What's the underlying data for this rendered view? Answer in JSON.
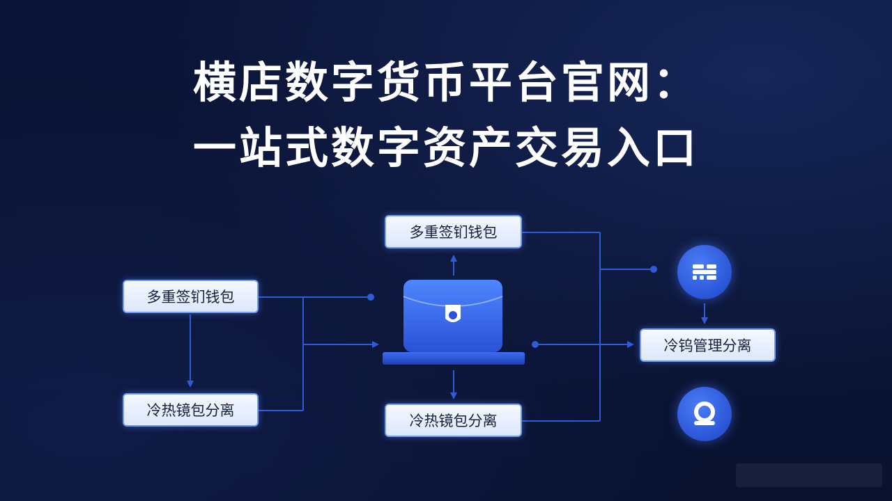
{
  "title": {
    "line1": "横店数字货币平台官网：",
    "line2": "一站式数字资产交易入口"
  },
  "nodes": {
    "top": "多重签钔钱包",
    "left_top": "多重签钔钱包",
    "left_bottom": "冷热镜包分离",
    "bottom": "冷热镜包分离",
    "right": "冷钨管理分离"
  },
  "icons": {
    "center": "wallet-laptop-icon",
    "right_top": "lines-logo-icon",
    "right_bottom": "chat-bubble-icon"
  },
  "colors": {
    "background": "#0b1433",
    "connector": "#2f5bd6",
    "accent": "#2a55d8",
    "node_border": "#6f9cf5",
    "node_text": "#16203a",
    "title": "#ffffff"
  }
}
